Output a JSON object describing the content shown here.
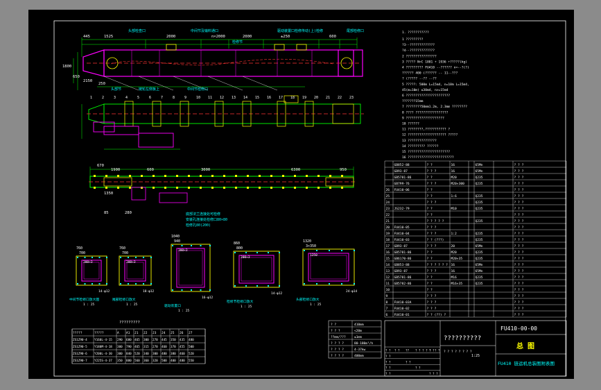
{
  "drawing": {
    "code": "FU410-00-00",
    "title_big": "总 图",
    "title_sub": "FU410 链运机总装图附表图",
    "title_garbled": "??????????",
    "colors": {
      "bg": "#8b8b8b",
      "sheet": "#000000",
      "frame": "#ffffff",
      "dim": "#00ff00",
      "part": "#ffff00",
      "body": "#ff00ff",
      "red": "#ff3333",
      "cyan": "#00ffff",
      "label": "#00ffff"
    }
  },
  "top_view": {
    "dims": [
      "445",
      "1525",
      "2000",
      "n×2000",
      "2000",
      "±250",
      "600",
      "1800",
      "250",
      "650",
      "2150"
    ],
    "callouts": [
      "头部检查口",
      "中间节及输料通口",
      "检修节",
      "驱动装置口检修传动(上)检修",
      "尾部检修口",
      "链轮左侧板上",
      "中间节检修口",
      "头部节"
    ],
    "nums": [
      "1",
      "2",
      "3",
      "4",
      "5",
      "6",
      "7",
      "8",
      "9",
      "10",
      "11",
      "12",
      "13",
      "14",
      "15",
      "16",
      "17",
      "18",
      "19",
      "20",
      "21",
      "22",
      "23"
    ]
  },
  "bottom_view": {
    "dims": [
      "670",
      "1900",
      "600",
      "3000",
      "6300",
      "950",
      "1350",
      "280",
      "85"
    ],
    "notes": [
      "底部法兰连接处可检修",
      "安装孔连接处检修口80×80",
      "检修孔80(200)"
    ]
  },
  "sections": [
    {
      "label": "中间节检修口放大图",
      "scale": "1 : 25",
      "dims": [
        "760",
        "700",
        "200×3",
        "14-φ12"
      ]
    },
    {
      "label": "尾部检修口放大",
      "scale": "1 : 25",
      "dims": [
        "760",
        "700",
        "200×3",
        "18-φ12"
      ]
    },
    {
      "label": "驱动装置口",
      "scale": "1 : 25",
      "dims": [
        "1040",
        "940",
        "300×3",
        "16-φ12"
      ]
    },
    {
      "label": "检修节检修口放大",
      "scale": "1 : 25",
      "dims": [
        "860",
        "800",
        "200×3",
        "14-φ12"
      ]
    },
    {
      "label": "头部检修口放大",
      "scale": "1 : 25",
      "dims": [
        "1320",
        "3×350",
        "1250",
        "24-φ14"
      ]
    }
  ],
  "notes": {
    "header": "1. ???????????",
    "lines": [
      "1 ?????????",
      "  ?3--?????????????",
      "  ?4--?????????????",
      "2 ????????????????",
      "3 ????? N=C 1881 + 1936 +?????(kg)",
      "4 ?????????     FU410 --?????? n=--?(?)",
      "  ?????? 400 (?????? -- 11--???",
      "  ? (????? --?? --?? ",
      "5 ?????: 500m L=15m4, n=10m L=15m4,",
      "  45(m=10m)  ≤30m4,  n>=15m4",
      "6 ???????????????????????",
      "  ???????15mm",
      "7 ????????50mm1.2m, 2.3mm ????????",
      "8 ???? ?????????????????",
      "9 ????????????????????",
      "10 ??????",
      "11 ????????,??????????? ?",
      "12 ???????????????????? ?????",
      "13 ???????????????",
      "14 ????????? ??????",
      "15 ??????????????????????",
      "16 ????????????????????????"
    ]
  },
  "parts_table": {
    "rows": [
      [
        "",
        "GB852-88",
        "? ?",
        "16",
        "",
        "65Mn",
        "",
        "? ? ?"
      ],
      [
        "",
        "GB93-87",
        "? ? ?",
        "16",
        "",
        "65Mn",
        "",
        "? ? ?"
      ],
      [
        "",
        "GB5781-86",
        "? ?",
        "M20",
        "",
        "Q235",
        "",
        "? ? ?"
      ],
      [
        "",
        "GB799-76",
        "? ? ?",
        "M20×300",
        "",
        "Q235",
        "",
        "? ? ?"
      ],
      [
        "26",
        "FU410-06",
        "? ?",
        "",
        "",
        "",
        "",
        "? ? ?"
      ],
      [
        "25",
        "",
        "? ?",
        "1:6",
        "",
        "Q235",
        "",
        "? ? ?"
      ],
      [
        "24",
        "",
        "? ? ?",
        "",
        "",
        "Q235",
        "",
        "? ? ?"
      ],
      [
        "23",
        "JS232-79",
        "? ?",
        "M10",
        "",
        "Q235",
        "",
        "? ? ?"
      ],
      [
        "22",
        "",
        "? ?",
        "",
        "",
        "",
        "",
        "? ? ?"
      ],
      [
        "21",
        "",
        "? ? ? ? ?",
        "",
        "",
        "Q235",
        "",
        "? ? ?"
      ],
      [
        "20",
        "FU410-05",
        "? ? ?",
        "",
        "",
        "",
        "",
        "? ? ?"
      ],
      [
        "19",
        "FU410-04",
        "? ? ?",
        "1:2",
        "",
        "Q235",
        "",
        "? ? ?"
      ],
      [
        "18",
        "FU410-03",
        "? ? (???)",
        "",
        "",
        "Q235",
        "",
        "? ? ?"
      ],
      [
        "17",
        "GB93-87",
        "? ? ?",
        "20",
        "",
        "65Mn",
        "",
        "? ? ?"
      ],
      [
        "16",
        "GB5781-86",
        "? ?",
        "M20",
        "",
        "Q235",
        "",
        "? ? ?"
      ],
      [
        "15",
        "GB6170-86",
        "? ?",
        "M20×35",
        "",
        "Q235",
        "",
        "? ? ?"
      ],
      [
        "14",
        "GB853-88",
        "? ? ? ? ? ?",
        "16",
        "",
        "65Mn",
        "",
        "? ? ?"
      ],
      [
        "13",
        "GB93-87",
        "? ? ?",
        "16",
        "",
        "65Mn",
        "",
        "? ? ?"
      ],
      [
        "12",
        "GB5781-86",
        "? ?",
        "M16",
        "",
        "Q235",
        "",
        "? ? ?"
      ],
      [
        "11",
        "GB5782-86",
        "? ?",
        "M16×35",
        "",
        "Q235",
        "",
        "? ? ?"
      ],
      [
        "10",
        "",
        "? ?",
        "",
        "",
        "",
        "",
        "? ? ?"
      ],
      [
        "9",
        "",
        "? ? ?",
        "",
        "",
        "",
        "",
        "? ? ?"
      ],
      [
        "8",
        "FU410-03A",
        "? ? ?",
        "",
        "",
        "",
        "",
        "? ? ?"
      ],
      [
        "7",
        "FU410-02",
        "? ? ?",
        "",
        "",
        "",
        "",
        "? ? ?"
      ],
      [
        "6",
        "FU410-01",
        "? ? (??) ?",
        "",
        "",
        "",
        "",
        "? ? ?"
      ]
    ]
  },
  "motor_table": {
    "header": "?????????",
    "cols": [
      "?????",
      "?????",
      "A",
      "A1",
      "J1",
      "J2",
      "J3",
      "J4",
      "J5",
      "J6",
      "J7"
    ],
    "rows": [
      [
        "ZS1Z90-4",
        "Y160L-4-15",
        "290",
        "680",
        "465",
        "300",
        "270",
        "445",
        "350",
        "435",
        "480"
      ],
      [
        "ZS1Z90-5",
        "Y180M-4-18",
        "300",
        "790",
        "465",
        "315",
        "270",
        "460",
        "370",
        "455",
        "500"
      ],
      [
        "ZS1Z90-6",
        "Y200L-4-30",
        "300",
        "840",
        "520",
        "340",
        "300",
        "480",
        "380",
        "460",
        "520"
      ],
      [
        "ZS1Z90-7",
        "Y225S-4-37",
        "350",
        "880",
        "560",
        "360",
        "320",
        "500",
        "400",
        "480",
        "550"
      ]
    ]
  },
  "spec_table": {
    "rows": [
      [
        "? ?",
        "410mm"
      ],
      [
        "? ? ?",
        "<20m"
      ],
      [
        "??mm/???",
        "≤1mm"
      ],
      [
        "? ? ? ?",
        "80-180m³/h"
      ],
      [
        "? ? ? ?",
        "4-37kw"
      ],
      [
        "? ? ? ?",
        "400mm"
      ]
    ]
  },
  "title_block": {
    "rows": [
      [
        "? ?",
        "? ?",
        "??",
        "? ? ? ? ?",
        "? ?",
        "? ?"
      ],
      [
        "? ?",
        "",
        "",
        "",
        "",
        ""
      ],
      [
        "? ?",
        "",
        "? ?",
        "",
        "",
        ""
      ],
      [
        "? ?",
        "",
        "",
        "? ?",
        "",
        ""
      ],
      [
        "? ?",
        "",
        "",
        "",
        "? ? ?",
        ""
      ]
    ],
    "scale": "1:25",
    "weight_label": "? ? ? ? ? ? ? ?"
  }
}
